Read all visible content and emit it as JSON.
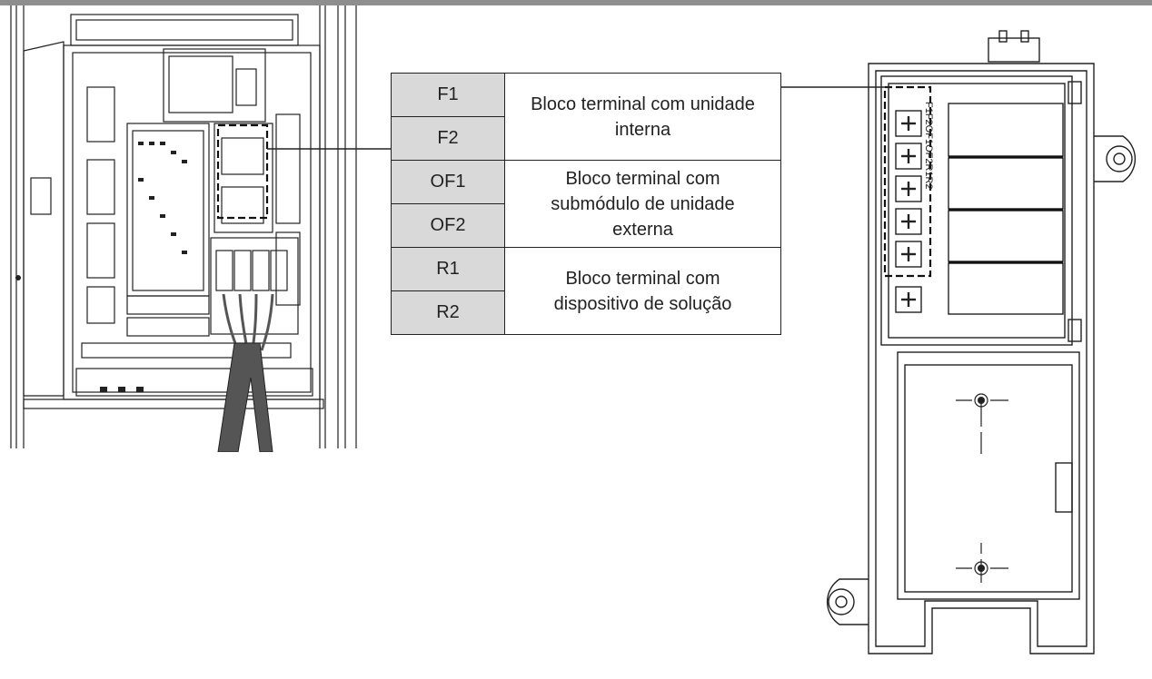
{
  "terminal_table": {
    "rows": [
      {
        "code": "F1",
        "group": 0
      },
      {
        "code": "F2",
        "group": 0
      },
      {
        "code": "OF1",
        "group": 1
      },
      {
        "code": "OF2",
        "group": 1
      },
      {
        "code": "R1",
        "group": 2
      },
      {
        "code": "R2",
        "group": 2
      }
    ],
    "groups": [
      {
        "line1": "Bloco terminal com unidade",
        "line2": "interna"
      },
      {
        "line1": "Bloco terminal com",
        "line2": "submódulo de unidade",
        "line3": "externa"
      },
      {
        "line1": "Bloco terminal com",
        "line2": "dispositivo de solução"
      }
    ]
  },
  "terminal_box": {
    "vertical_label": "F1F2OF1OF2R1R2"
  },
  "colors": {
    "line": "#222222",
    "code_fill": "#d9d9d9",
    "cable": "#555555"
  }
}
